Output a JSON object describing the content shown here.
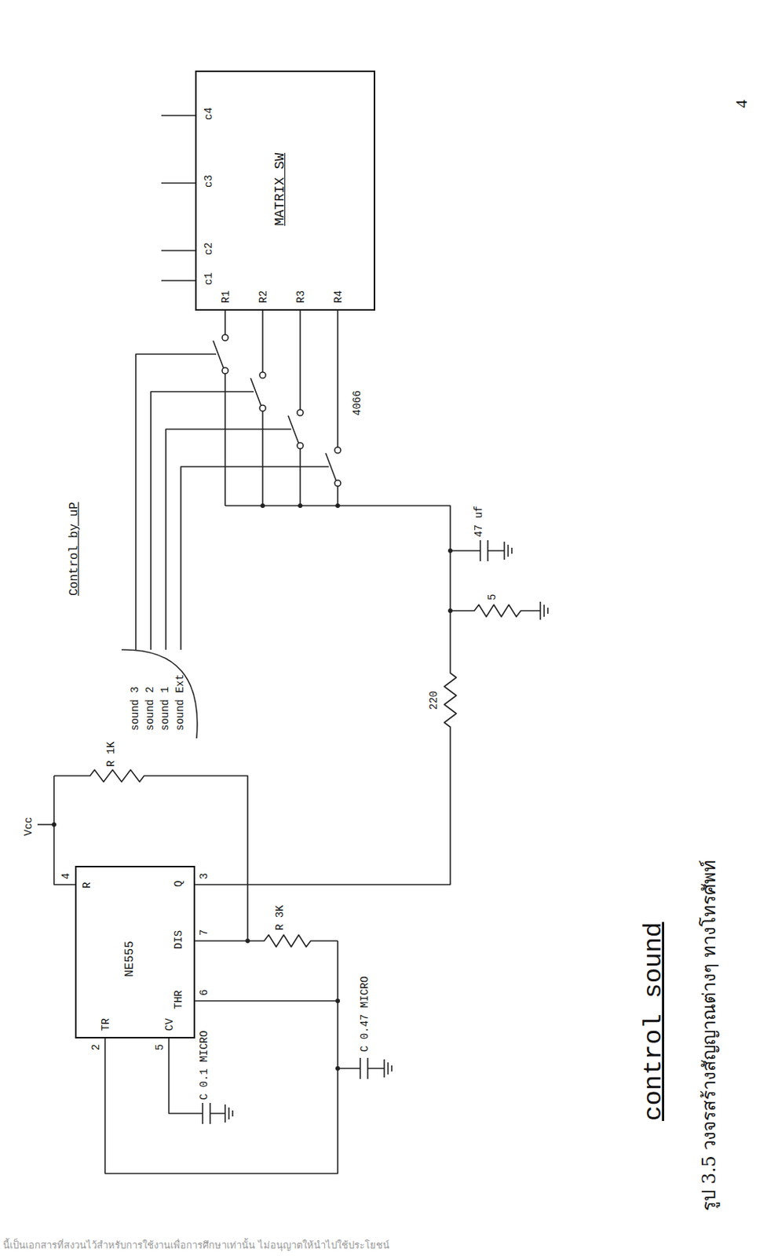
{
  "diagram": {
    "title": "control sound",
    "caption": "รูป 3.5 วงจรสร้างสัญญาณต่างๆ ทางโทรศัพท์",
    "nodes": [
      {
        "text": [
          "R",
          "Q",
          "DIS",
          "THR",
          "TR",
          "CV",
          "NE555"
        ]
      },
      {
        "text": [
          "MATRIX SW",
          "c1",
          "c2",
          "c3",
          "c4",
          "R1",
          "R2",
          "R3",
          "R4"
        ]
      }
    ],
    "labels": [
      "4",
      "Vcc",
      "4",
      "3",
      "7",
      "6",
      "2",
      "5",
      "R 1K",
      "R 3K",
      "C 0.47 MICRO",
      "C 0.1 MICRO",
      "220",
      "5",
      "47 uf",
      "4066",
      "Control by uP",
      "sound 3",
      "sound 2",
      "sound 1",
      "sound Ext",
      "นี้เป็นเอกสารที่สงวนไว้สำหรับการใช้งานเพื่อการศึกษาเท่านั้น ไม่อนุญาตให้นำไปใช้ประโยชน์"
    ]
  }
}
